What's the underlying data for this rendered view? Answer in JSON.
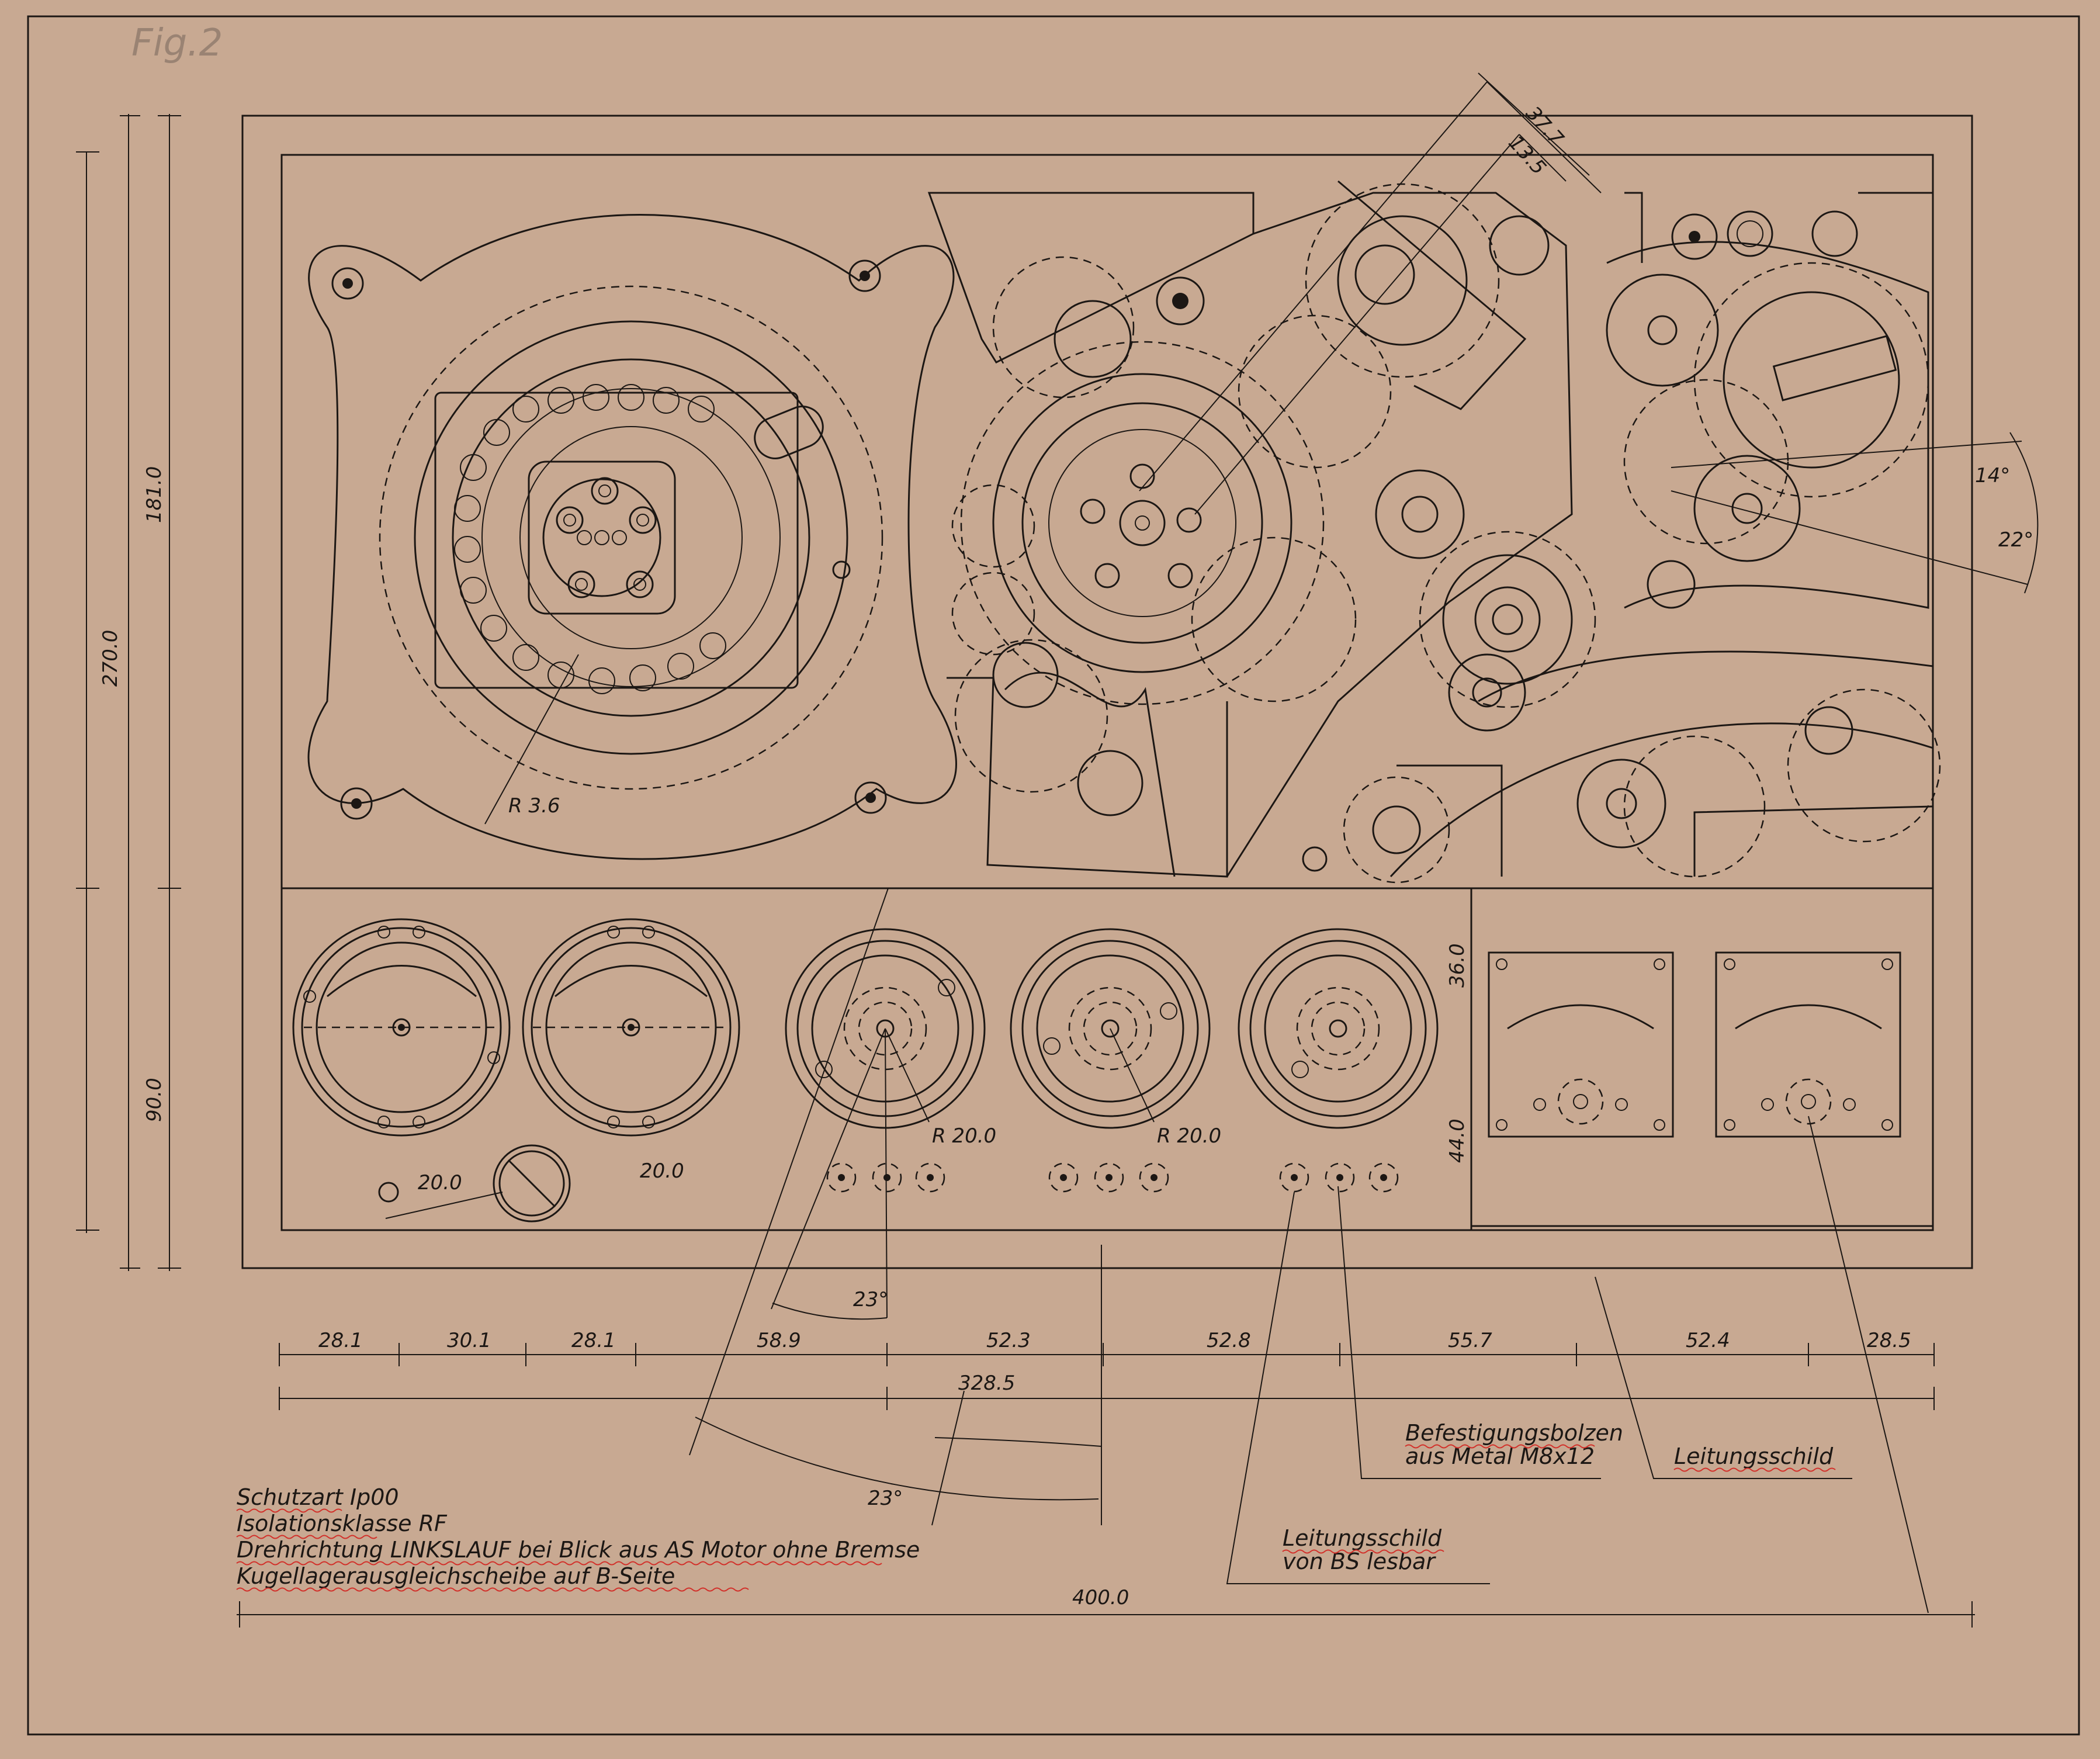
{
  "figure_label": "Fig.2",
  "dimensions": {
    "height_total": "270.0",
    "height_top": "181.0",
    "height_bottom": "90.0",
    "gauge_section_upper": "36.0",
    "gauge_section_lower": "44.0",
    "top_angled_1": "37.7",
    "top_angled_2": "13.5",
    "angle_right_1": "14°",
    "angle_right_2": "22°",
    "bearing_radius": "R 3.6",
    "dial_radius_1": "R 20.0",
    "dial_radius_2": "R 20.0",
    "small_dial_label": "20.0",
    "gauge_label": "20.0",
    "angle_lower_1": "23°",
    "angle_lower_2": "23°",
    "segment_1": "28.1",
    "segment_2": "30.1",
    "segment_3": "28.1",
    "segment_4": "58.9",
    "segment_5": "52.3",
    "segment_6": "52.8",
    "segment_7": "55.7",
    "segment_8": "52.4",
    "segment_9": "28.5",
    "width_middle": "328.5",
    "width_total": "400.0"
  },
  "callouts": {
    "bolt_line1": "Befestigungsbolzen",
    "bolt_line2": "aus Metal M8x12",
    "plate_label": "Leitungsschild",
    "plate_bs_line1": "Leitungsschild",
    "plate_bs_line2": "von BS lesbar"
  },
  "notes": [
    "Schutzart Ip00",
    "Isolationsklasse RF",
    "Drehrichtung LINKSLAUF bei Blick aus AS Motor ohne Bremse",
    "Kugellagerausgleichscheibe auf B-Seite"
  ]
}
